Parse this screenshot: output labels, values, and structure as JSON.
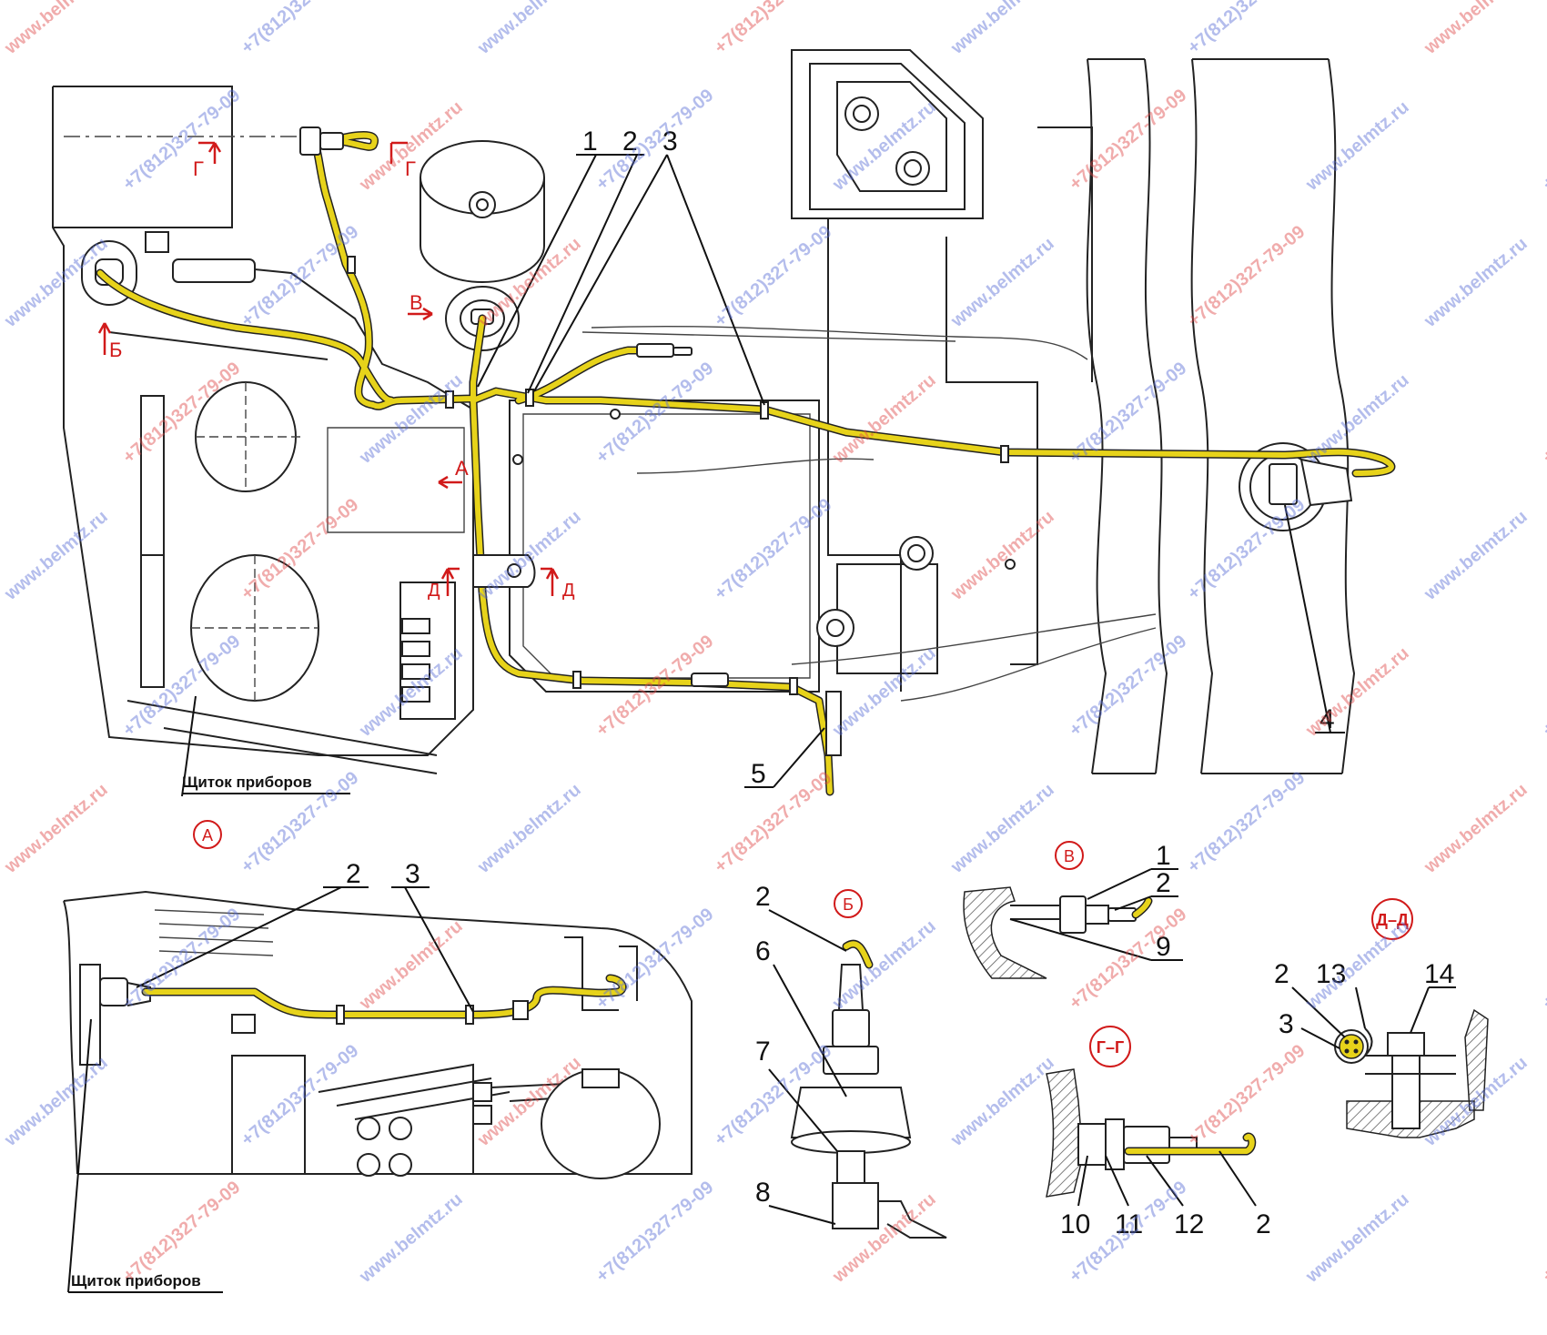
{
  "callouts": {
    "main": [
      "1",
      "2",
      "3",
      "4",
      "5"
    ],
    "view_a": [
      "2",
      "3"
    ],
    "view_b": [
      "2",
      "6",
      "7",
      "8"
    ],
    "view_v": [
      "1",
      "2",
      "9"
    ],
    "view_g": [
      "10",
      "11",
      "12",
      "2"
    ],
    "view_d": [
      "2",
      "13",
      "3",
      "14"
    ]
  },
  "section_markers": {
    "g_left": "Г",
    "g_right": "Г",
    "b_main": "Б",
    "v_main": "В",
    "a_main": "А",
    "d_left": "Д",
    "d_right": "Д"
  },
  "view_titles": {
    "a": "А",
    "b": "Б",
    "v": "В",
    "g": "Г–Г",
    "d": "Д–Д"
  },
  "labels": {
    "panel_main": "Щиток приборов",
    "panel_view_a": "Щиток приборов"
  },
  "watermarks": {
    "site": "www.belmtz.ru",
    "phone": "+7(812)327-79-09"
  },
  "colors": {
    "wire": "#e7d31a",
    "accent_red": "#d11a1a",
    "watermark_blue": "#5a6fd6",
    "watermark_red": "#e04a4a"
  }
}
